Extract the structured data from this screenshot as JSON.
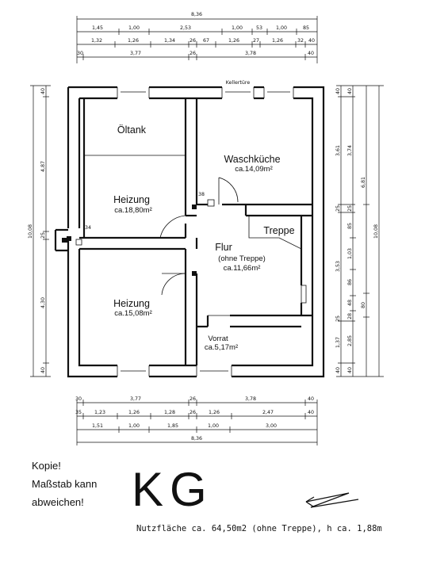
{
  "rooms": {
    "oltank": {
      "name": "Öltank"
    },
    "heizung_oben": {
      "name": "Heizung",
      "area": "ca.18,80m²"
    },
    "waschkueche": {
      "name": "Waschküche",
      "area": "ca.14,09m²"
    },
    "treppe": {
      "name": "Treppe"
    },
    "flur": {
      "name": "Flur",
      "sub": "(ohne Treppe)",
      "area": "ca.11,66m²"
    },
    "heizung_unten": {
      "name": "Heizung",
      "area": "ca.15,08m²"
    },
    "vorrat": {
      "name": "Vorrat",
      "area": "ca.5,17m²"
    }
  },
  "labels": {
    "kellertuer": "Kellertüre",
    "small_38": "38",
    "small_34": "34"
  },
  "dims": {
    "top": {
      "total": "8,36",
      "row1": [
        "1,45",
        "1,00",
        "2,53",
        "1,00",
        "53",
        "1,00",
        "85"
      ],
      "row2": [
        "1,32",
        "1,26",
        "1,34",
        "26",
        "67",
        "1,26",
        "27",
        "1,26",
        "32",
        "40"
      ],
      "row3": [
        "30",
        "3,77",
        "26",
        "3,78",
        "40"
      ]
    },
    "bottom": {
      "row1": [
        "30",
        "3,77",
        "26",
        "3,78",
        "40"
      ],
      "row2": [
        "35",
        "1,23",
        "1,26",
        "1,28",
        "26",
        "1,26",
        "2,47",
        "40"
      ],
      "row3": [
        "1,51",
        "1,00",
        "1,85",
        "1,00",
        "3,00"
      ],
      "total": "8,36"
    },
    "left": {
      "total": "10,08",
      "parts": [
        "40",
        "4,87",
        "25",
        "4,30",
        "40"
      ]
    },
    "right1": [
      "40",
      "3,61",
      "25",
      "3,53",
      "25",
      "1,37",
      "40"
    ],
    "right2": [
      "40",
      "3,74",
      "25",
      "85",
      "1,03",
      "86",
      "48",
      "28",
      "2,85",
      "40"
    ],
    "right3": [
      "6,81",
      "80"
    ],
    "right4": {
      "total": "10,08"
    }
  },
  "notes": {
    "kopie": "Kopie!",
    "massstab": "Maßstab kann",
    "abweichen": "abweichen!"
  },
  "title": "KG",
  "footer": "Nutzfläche  ca. 64,50m2 (ohne Treppe), h ca. 1,88m",
  "north_symbol": "north-arrow-icon"
}
